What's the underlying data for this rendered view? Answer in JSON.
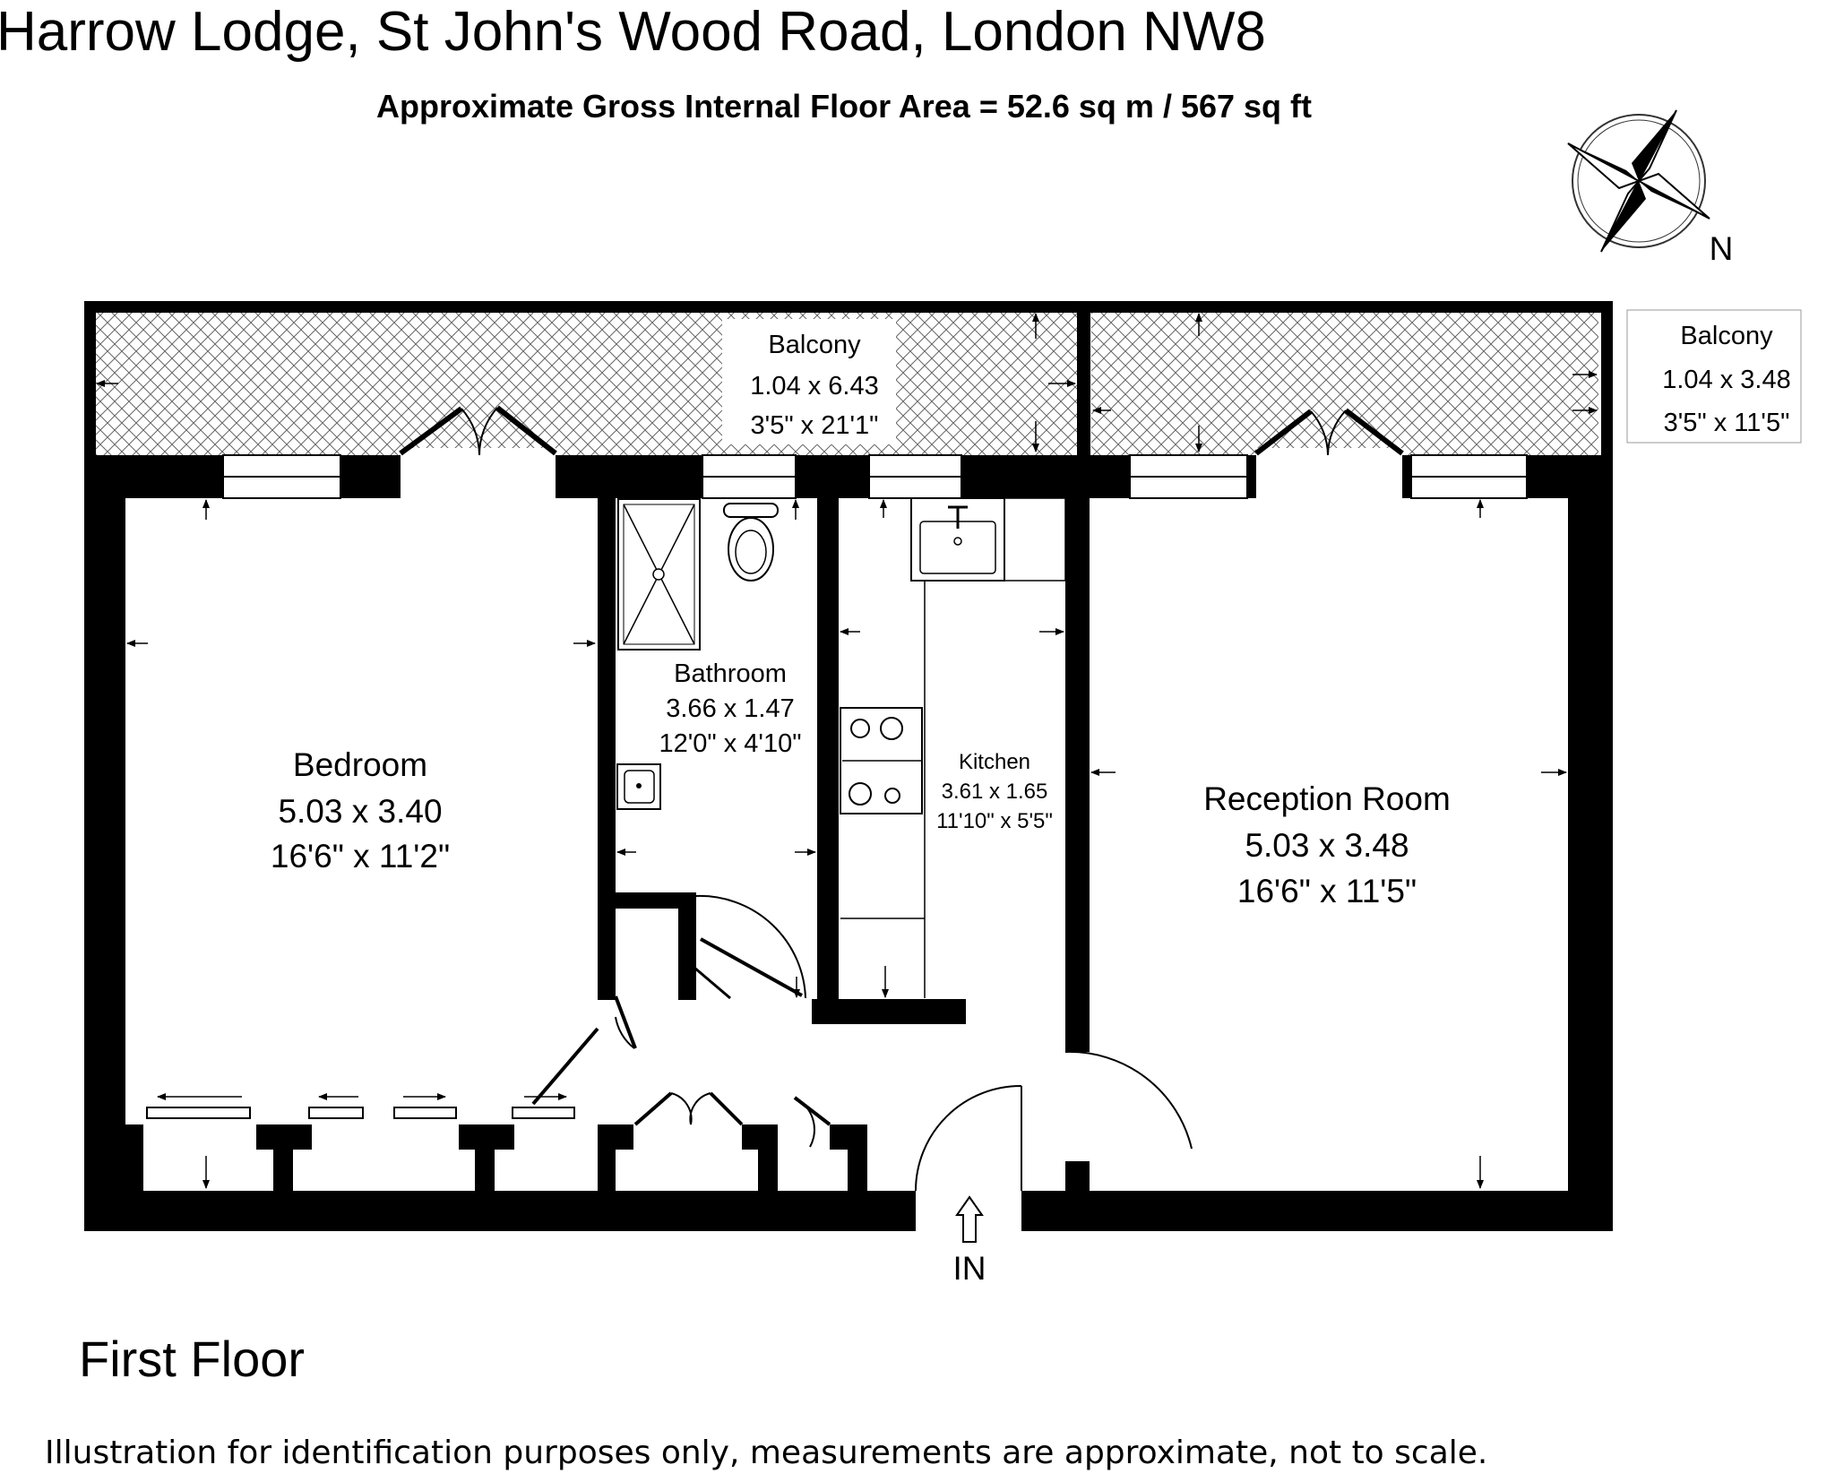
{
  "header": {
    "title": "Harrow Lodge, St John's Wood Road, London NW8",
    "subtitle": "Approximate Gross Internal Floor Area = 52.6 sq m / 567 sq ft"
  },
  "compass": {
    "label": "N",
    "icon": "compass-rose-icon"
  },
  "rooms": {
    "balcony_left": {
      "name": "Balcony",
      "metric": "1.04 x 6.43",
      "imperial": "3'5\" x 21'1\""
    },
    "balcony_right": {
      "name": "Balcony",
      "metric": "1.04 x 3.48",
      "imperial": "3'5\" x 11'5\""
    },
    "bedroom": {
      "name": "Bedroom",
      "metric": "5.03 x 3.40",
      "imperial": "16'6\" x 11'2\""
    },
    "bathroom": {
      "name": "Bathroom",
      "metric": "3.66 x 1.47",
      "imperial": "12'0\" x 4'10\""
    },
    "kitchen": {
      "name": "Kitchen",
      "metric": "3.61 x 1.65",
      "imperial": "11'10\" x 5'5\""
    },
    "reception": {
      "name": "Reception Room",
      "metric": "5.03 x 3.48",
      "imperial": "16'6\" x 11'5\""
    }
  },
  "entrance": {
    "label": "IN"
  },
  "floor_label": "First Floor",
  "disclaimer": "Illustration for identification purposes only, measurements are approximate, not to scale."
}
